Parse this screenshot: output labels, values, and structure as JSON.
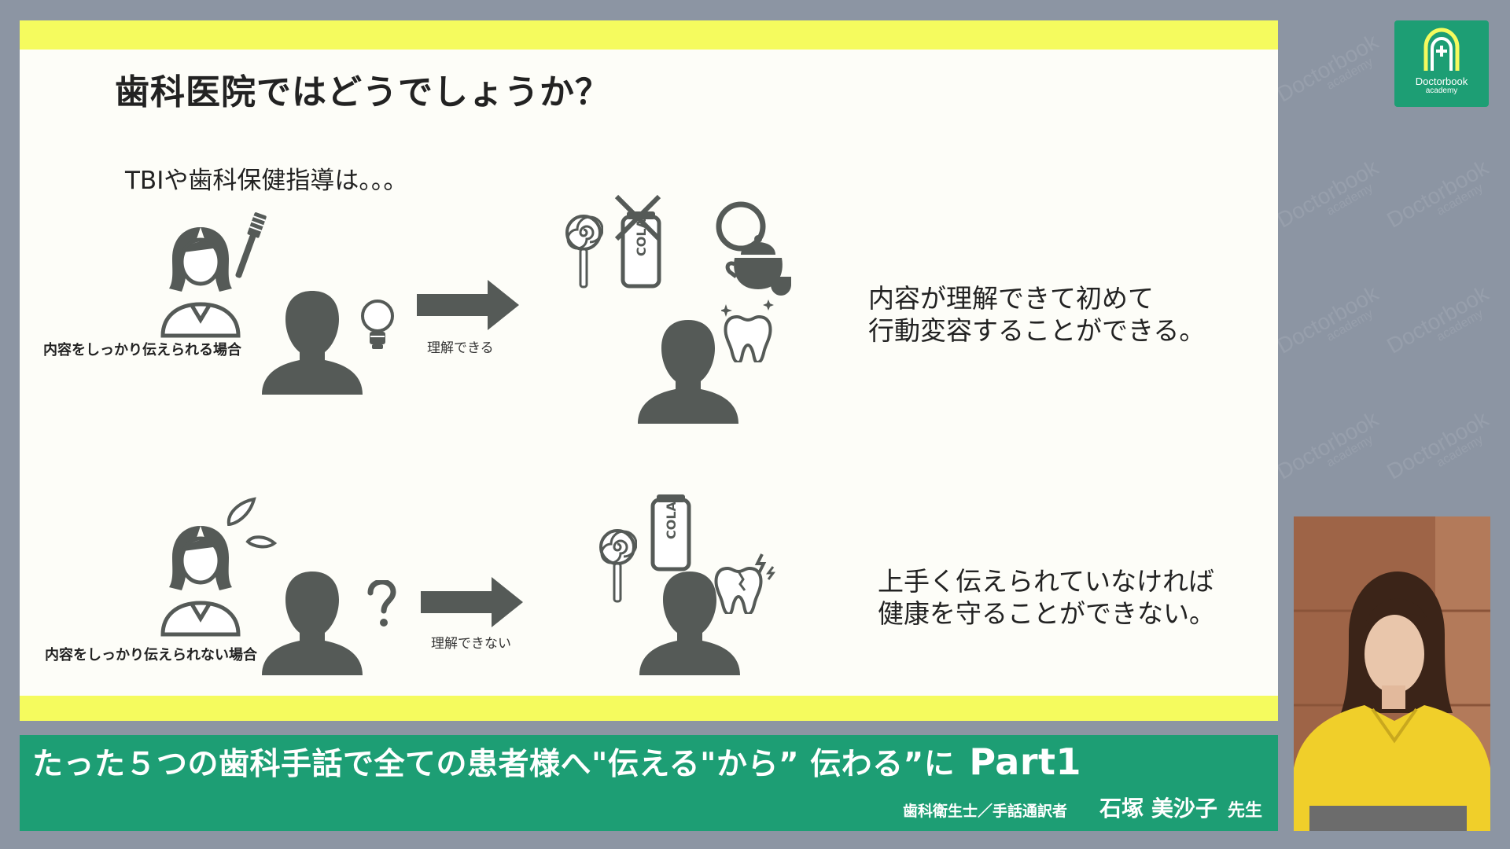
{
  "colors": {
    "accent_yellow": "#f5fb5e",
    "brand_green": "#1d9e74",
    "silhouette": "#555a57",
    "background": "#8c95a3"
  },
  "watermark": {
    "text": "Doctorbook",
    "sub": "academy"
  },
  "logo": {
    "name": "Doctorbook",
    "sub": "academy",
    "icon": "doctorbook-logo-icon"
  },
  "slide": {
    "title": "歯科医院ではどうでしょうか？",
    "subtitle": "TBIや歯科保健指導は。。。",
    "row1": {
      "caption": "内容をしっかり伝えられる場合",
      "arrow_label": "理解できる",
      "message": "内容が理解できて初めて\n行動変容することができる。",
      "icons": [
        "dentist-icon",
        "toothbrush-icon",
        "patient-icon",
        "lightbulb-icon",
        "arrow-icon",
        "lollipop-icon",
        "cola-can-icon",
        "cross-mark-icon",
        "circle-mark-icon",
        "teapot-icon",
        "patient-icon",
        "healthy-tooth-icon"
      ]
    },
    "row2": {
      "caption": "内容をしっかり伝えられない場合",
      "arrow_label": "理解できない",
      "message": "上手く伝えられていなければ\n健康を守ることができない。",
      "icons": [
        "dentist-icon",
        "sweat-drops-icon",
        "patient-icon",
        "question-mark-icon",
        "arrow-icon",
        "lollipop-icon",
        "cola-can-icon",
        "patient-icon",
        "decayed-tooth-icon"
      ]
    }
  },
  "lower_third": {
    "title": "たった５つの歯科手話で全ての患者様へ\"伝える\"から” 伝わる”に",
    "part": "Part1",
    "role": "歯科衛生士／手話通訳者",
    "name": "石塚 美沙子",
    "honorific": "先生"
  }
}
